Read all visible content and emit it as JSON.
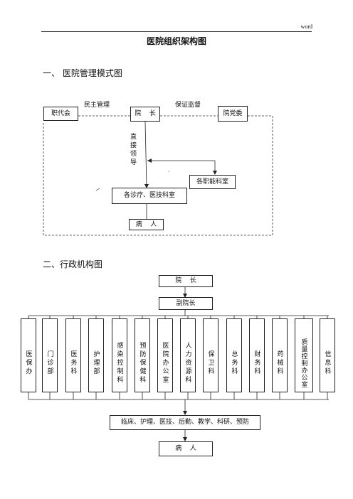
{
  "header": {
    "mark": "word",
    "title": "医院组织架构图"
  },
  "section1": {
    "heading": "一、 医院管理模式图",
    "democratic_label": "民主管理",
    "supervision_label": "保证监督",
    "staff_congress": "职代会",
    "president": "院    长",
    "party_committee": "院党委",
    "direct_leadership": "直接领导",
    "functional_depts": "各职能科室",
    "clinical_depts": "各诊疗、医技科室",
    "patient": "病    人"
  },
  "section2": {
    "heading": "二、行政机构图",
    "president": "院    长",
    "vice_president": "副院长",
    "departments": [
      "医保办",
      "门诊部",
      "医务科",
      "护理部",
      "感染控制科",
      "预防保健科",
      "医院办公室",
      "人力资源科",
      "保卫科",
      "总务科",
      "财务科",
      "药械科",
      "质量控制办公室",
      "信息科"
    ],
    "services": "临床、护理、医技、后勤、教学、科研、预防",
    "patient": "病    人"
  }
}
